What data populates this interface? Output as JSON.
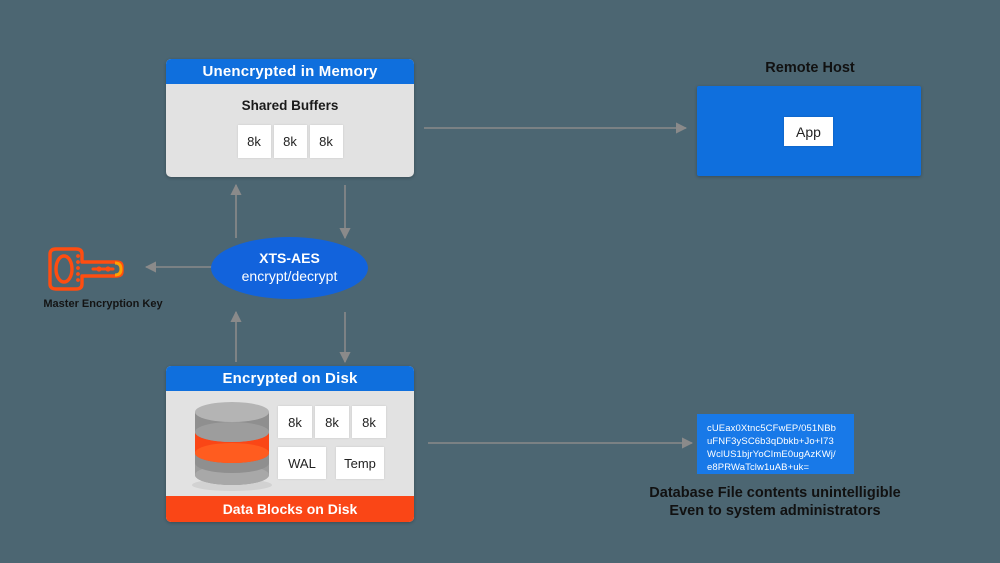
{
  "colors": {
    "background": "#4c6672",
    "header_blue": "#0f6fdd",
    "ellipse_blue": "#1263dc",
    "cipher_blue": "#1879e8",
    "orange": "#fa4616",
    "panel_gray": "#e2e2e2",
    "arrow_gray": "#8a8a8a",
    "white": "#ffffff"
  },
  "memory_panel": {
    "header": "Unencrypted in Memory",
    "subtitle": "Shared Buffers",
    "blocks": [
      "8k",
      "8k",
      "8k"
    ]
  },
  "disk_panel": {
    "header": "Encrypted on Disk",
    "footer": "Data Blocks on Disk",
    "blocks_row1": [
      "8k",
      "8k",
      "8k"
    ],
    "blocks_row2": [
      "WAL",
      "Temp"
    ],
    "disk_icon_name": "database-cylinder-icon"
  },
  "cipher": {
    "title": "XTS-AES",
    "subtitle": "encrypt/decrypt"
  },
  "key": {
    "label": "Master Encryption Key",
    "icon_name": "key-icon"
  },
  "remote": {
    "title": "Remote Host",
    "app_label": "App"
  },
  "ciphertext": {
    "text": "cUEax0Xtnc5CFwEP/051NBb\nuFNF3ySC6b3qDbkb+Jo+I73\nWclUS1bjrYoCImE0ugAzKWj/\ne8PRWaTclw1uAB+uk=",
    "caption": "Database File contents unintelligible\nEven to system administrators"
  },
  "arrows": [
    {
      "name": "arrow-memory-to-app",
      "direction": "right"
    },
    {
      "name": "arrow-memory-up",
      "direction": "up"
    },
    {
      "name": "arrow-memory-down",
      "direction": "down"
    },
    {
      "name": "arrow-cipher-to-key",
      "direction": "left"
    },
    {
      "name": "arrow-disk-up",
      "direction": "up"
    },
    {
      "name": "arrow-disk-down",
      "direction": "down"
    },
    {
      "name": "arrow-disk-to-ciphertext",
      "direction": "right"
    }
  ]
}
